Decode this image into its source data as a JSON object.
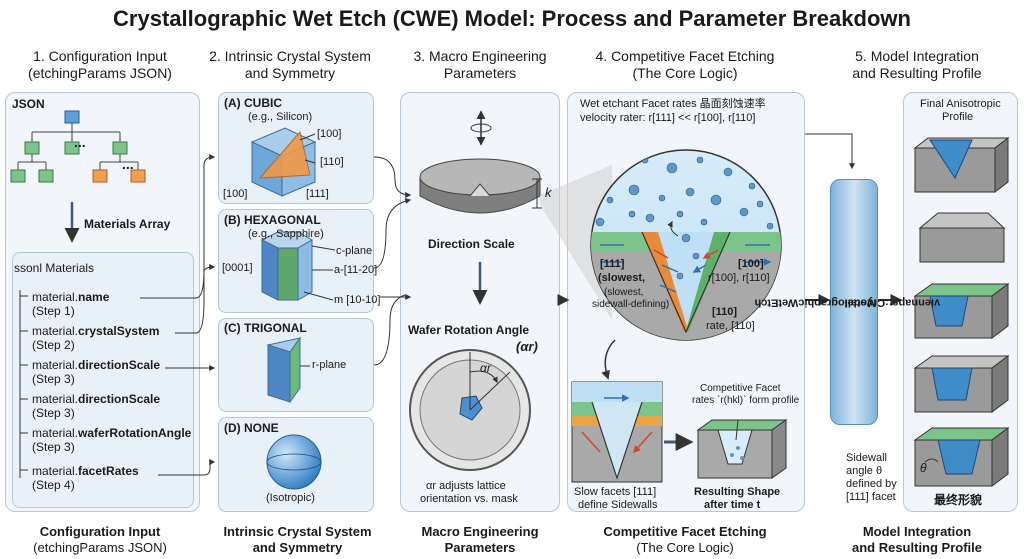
{
  "title": "Crystallographic Wet Etch (CWE) Model: Process and Parameter Breakdown",
  "columns": [
    {
      "head_line1": "1. Configuration Input",
      "head_line2": "(etchingParams JSON)",
      "foot_line1": "Configuration Input",
      "foot_line2": "(etchingParams JSON)"
    },
    {
      "head_line1": "2. Intrinsic Crystal System",
      "head_line2": "and Symmetry",
      "foot_line1": "Intrinsic Crystal System",
      "foot_line2": "and Symmetry"
    },
    {
      "head_line1": "3. Macro Engineering",
      "head_line2": "Parameters",
      "foot_line1": "Macro Engineering",
      "foot_line2": "Parameters"
    },
    {
      "head_line1": "4. Competitive Facet Etching",
      "head_line2": "(The Core Logic)",
      "foot_line1": "Competitive Facet Etching",
      "foot_line2": "(The Core Logic)"
    },
    {
      "head_line1": "5. Model Integration",
      "head_line2": "and Resulting Profile",
      "foot_line1": "Model Integration",
      "foot_line2": "and Resulting Profile"
    }
  ],
  "config": {
    "json_label": "JSON",
    "tree_ellipsis": "...",
    "materials_array_label": "Materials Array",
    "materials_header": "ssonl Materials",
    "items": [
      {
        "prefix": "material.",
        "field": "name",
        "step": "(Step 1)"
      },
      {
        "prefix": "material.",
        "field": "crystalSystem",
        "step": "(Step 2)"
      },
      {
        "prefix": "material.",
        "field": "directionScale",
        "step": "(Step 3)"
      },
      {
        "prefix": "material.",
        "field": "directionScale",
        "step": "(Step 3)"
      },
      {
        "prefix": "material.",
        "field": "waferRotationAngle",
        "step": "(Step 3)"
      },
      {
        "prefix": "material.",
        "field": "facetRates",
        "step": "(Step 4)"
      }
    ]
  },
  "crystals": {
    "cubic": {
      "name": "(A) CUBIC",
      "example": "(e.g., Silicon)",
      "dir_100_top": "[100]",
      "dir_110": "[110]",
      "dir_100_left": "[100]",
      "dir_111": "[111]"
    },
    "hexagonal": {
      "name": "(B) HEXAGONAL",
      "example": "(e.g., Sapphire)",
      "c_plane": "c-plane",
      "a_plane": "a-[11-20]",
      "m_plane": "m [10-10]",
      "dir_0001": "[0001]"
    },
    "trigonal": {
      "name": "(C) TRIGONAL",
      "r_plane": "r-plane"
    },
    "none": {
      "name": "(D) NONE",
      "note": "(Isotropic)"
    }
  },
  "macro": {
    "k_label": "k",
    "direction_scale": "Direction Scale",
    "rotation_title": "Wafer Rotation Angle",
    "alpha_paren": "(αr)",
    "alpha": "αr",
    "caption_line1": "αr adjusts lattice",
    "caption_line2": "orientation vs. mask"
  },
  "facet": {
    "header_line1": "Wet etchant Facet rates 晶面刻蚀速率",
    "header_line2": "velocity rater: r[111] << r[100], r[110]",
    "l111_a": "[111]",
    "l111_b": "(slowest,",
    "l111_c": "(slowest,",
    "l111_d": "sidewall-defining)",
    "l100_a": "[100]",
    "l100_b": "r[100], r[110]",
    "l110_a": "[110]",
    "l110_b": "rate, [110]",
    "competitive_1": "Competitive Facet",
    "competitive_2": "rates `r(hkl)` form profile",
    "slow_1": "Slow facets [111]",
    "slow_2": "define Sidewalls",
    "result_1": "Resulting Shape",
    "result_2": "after time t"
  },
  "model": {
    "name_line1": "viennaps::CrystallographicWetEtch",
    "name_line2": "Model",
    "final_line1": "Final Anisotropic",
    "final_line2": "Profile",
    "sidewall_1": "Sidewall",
    "sidewall_2": "angle θ",
    "sidewall_3": "defined by",
    "sidewall_4": "[111] facet",
    "theta": "θ",
    "final_cn": "最终形貌"
  },
  "colors": {
    "accent_blue": "#3b87c4",
    "accent_orange": "#e88b3c",
    "accent_green": "#5fb06a",
    "panel_bg": "#f2f6fa"
  }
}
